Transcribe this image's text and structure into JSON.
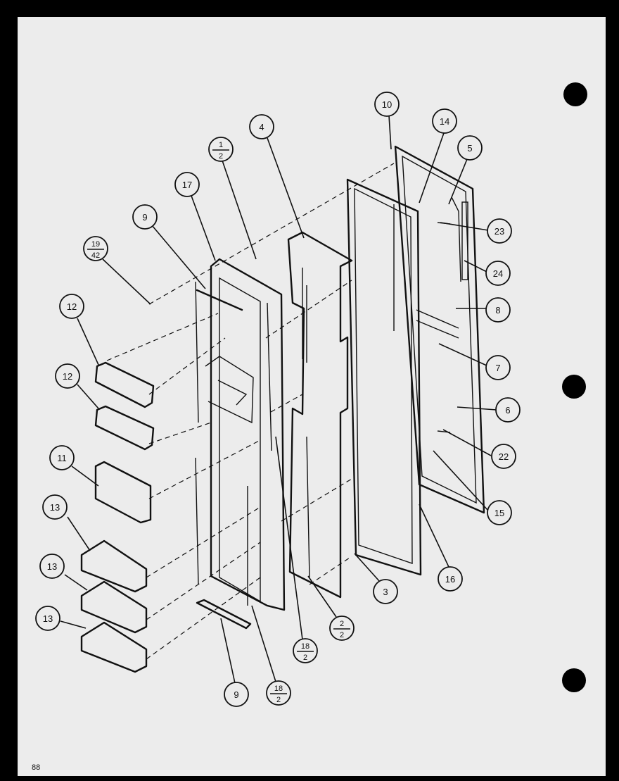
{
  "page_number": "88",
  "callouts": [
    {
      "id": "c10",
      "label": "10"
    },
    {
      "id": "c14",
      "label": "14"
    },
    {
      "id": "c5",
      "label": "5"
    },
    {
      "id": "c4",
      "label": "4"
    },
    {
      "id": "c17",
      "label": "17"
    },
    {
      "id": "c9a",
      "label": "9"
    },
    {
      "id": "c12a",
      "label": "12"
    },
    {
      "id": "c12b",
      "label": "12"
    },
    {
      "id": "c11",
      "label": "11"
    },
    {
      "id": "c13a",
      "label": "13"
    },
    {
      "id": "c13b",
      "label": "13"
    },
    {
      "id": "c13c",
      "label": "13"
    },
    {
      "id": "c23",
      "label": "23"
    },
    {
      "id": "c24",
      "label": "24"
    },
    {
      "id": "c8",
      "label": "8"
    },
    {
      "id": "c7",
      "label": "7"
    },
    {
      "id": "c6",
      "label": "6"
    },
    {
      "id": "c22",
      "label": "22"
    },
    {
      "id": "c15",
      "label": "15"
    },
    {
      "id": "c16",
      "label": "16"
    },
    {
      "id": "c3",
      "label": "3"
    },
    {
      "id": "c9b",
      "label": "9"
    }
  ],
  "fraction_callouts": [
    {
      "id": "f1_2",
      "top": "1",
      "bottom": "2"
    },
    {
      "id": "f19_42",
      "top": "19",
      "bottom": "42"
    },
    {
      "id": "f2_2",
      "top": "2",
      "bottom": "2"
    },
    {
      "id": "f18_2a",
      "top": "18",
      "bottom": "2"
    },
    {
      "id": "f18_2b",
      "top": "18",
      "bottom": "2"
    }
  ]
}
